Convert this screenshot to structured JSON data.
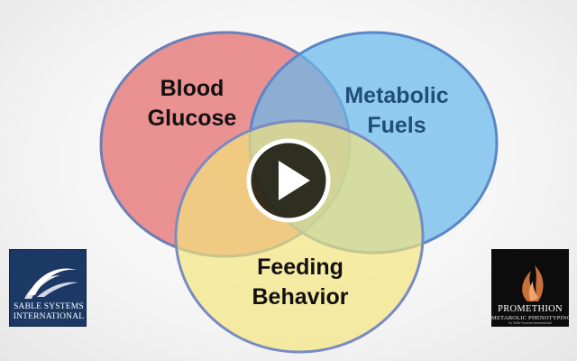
{
  "venn": {
    "circles": [
      {
        "id": "glucose",
        "label_line1": "Blood",
        "label_line2": "Glucose",
        "fill": "#e57373",
        "stroke": "#6a7fb8"
      },
      {
        "id": "fuels",
        "label_line1": "Metabolic",
        "label_line2": "Fuels",
        "fill": "#6ab8ec",
        "stroke": "#5b87c8"
      },
      {
        "id": "feeding",
        "label_line1": "Feeding",
        "label_line2": "Behavior",
        "fill": "#f3e57a",
        "stroke": "#7a8bc4"
      }
    ],
    "label_color_glucose": "#111111",
    "label_color_fuels": "#1f4e79",
    "label_color_feeding": "#111111"
  },
  "player": {
    "play_icon": "play-icon",
    "button_color": "#000000",
    "glyph_color": "#ffffff"
  },
  "logos": {
    "sable": {
      "line1": "SABLE SYSTEMS",
      "line2": "INTERNATIONAL",
      "background": "#1c3864"
    },
    "promethion": {
      "line1": "PROMETHION",
      "line2": "METABOLIC PHENOTYPING",
      "line3": "by Sable Systems International",
      "background": "#0c0c0c",
      "flame_color": "#c8703a"
    }
  }
}
